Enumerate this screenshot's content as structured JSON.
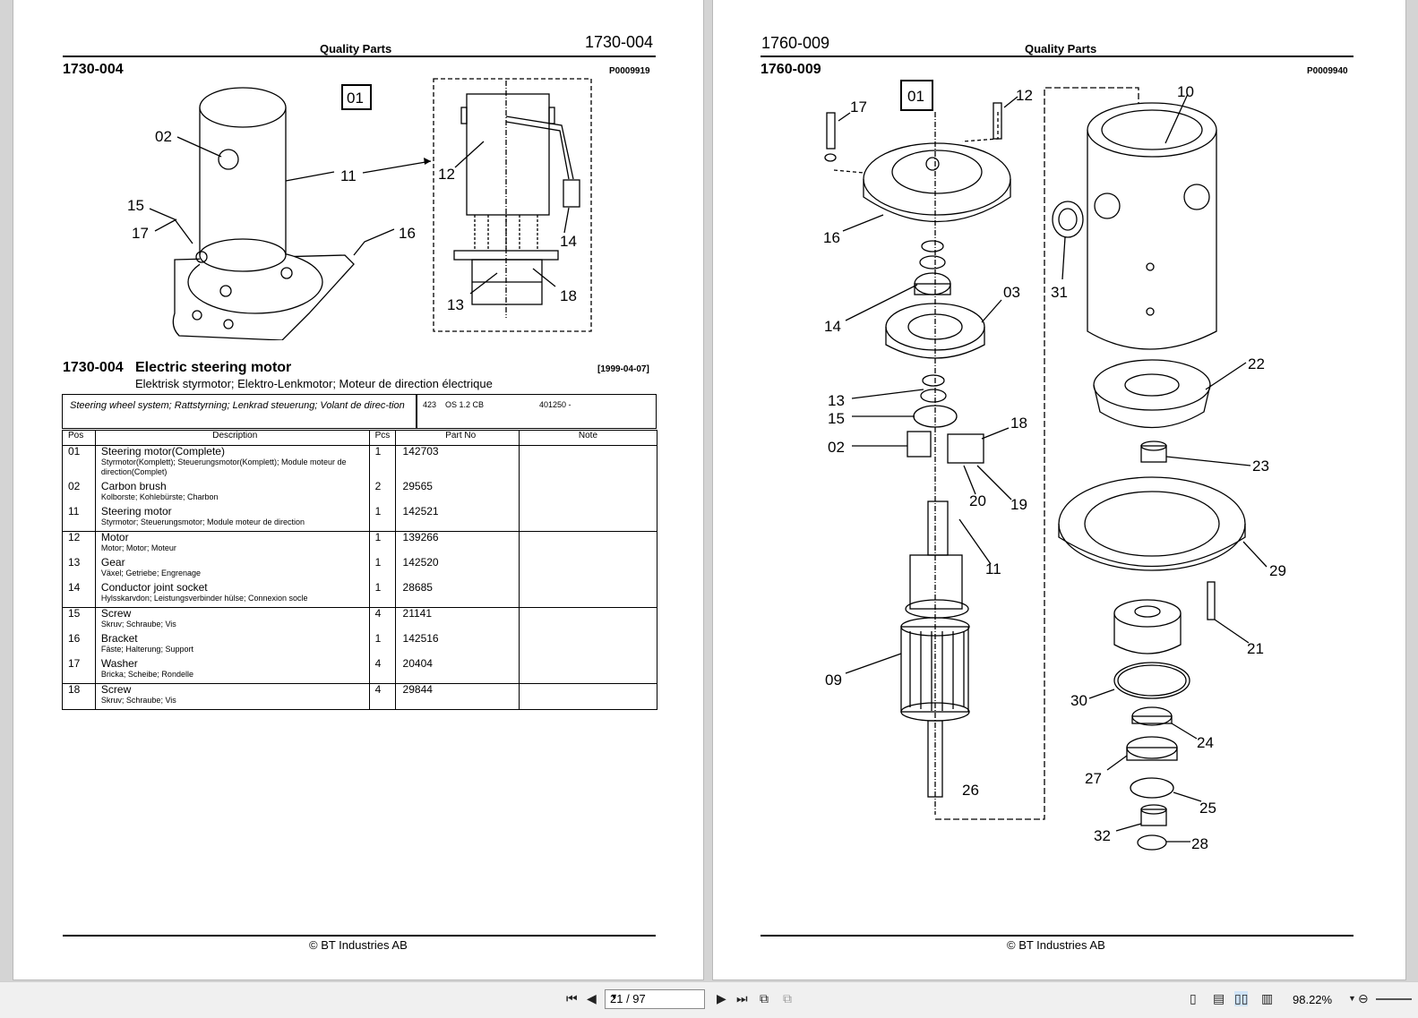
{
  "left_page": {
    "brand": "Quality Parts",
    "page_code": "1730-004",
    "section_code": "1730-004",
    "image_ref": "P0009919",
    "diagram_labels": [
      "01",
      "02",
      "11",
      "12",
      "14",
      "15",
      "16",
      "17",
      "13",
      "18"
    ],
    "section_title": "Electric steering motor",
    "section_translations": "Elektrisk styrmotor; Elektro-Lenkmotor; Moteur de direction électrique",
    "date": "[1999-04-07]",
    "system_desc": "Steering wheel system; Rattstyrning; Lenkrad steuerung; Volant de direc-tion",
    "model_no": "423",
    "model_name": "OS 1.2 CB",
    "serial": "401250 -",
    "headers": {
      "pos": "Pos",
      "desc": "Description",
      "pcs": "Pcs",
      "part": "Part No",
      "note": "Note"
    },
    "rows": [
      {
        "pos": "01",
        "desc": "Steering motor(Complete)",
        "tr": "Styrmotor(Komplett); Steuerungsmotor(Komplett); Module moteur de direction(Complet)",
        "pcs": "1",
        "part": "142703",
        "end": false
      },
      {
        "pos": "02",
        "desc": "Carbon brush",
        "tr": "Kolborste; Kohlebürste; Charbon",
        "pcs": "2",
        "part": "29565",
        "end": false
      },
      {
        "pos": "11",
        "desc": "Steering motor",
        "tr": "Styrmotor; Steuerungsmotor; Module moteur de direction",
        "pcs": "1",
        "part": "142521",
        "end": true
      },
      {
        "pos": "12",
        "desc": "Motor",
        "tr": "Motor; Motor; Moteur",
        "pcs": "1",
        "part": "139266",
        "end": false
      },
      {
        "pos": "13",
        "desc": "Gear",
        "tr": "Växel; Getriebe; Engrenage",
        "pcs": "1",
        "part": "142520",
        "end": false
      },
      {
        "pos": "14",
        "desc": "Conductor joint socket",
        "tr": "Hylsskarvdon; Leistungsverbinder hülse; Connexion socle",
        "pcs": "1",
        "part": "28685",
        "end": true
      },
      {
        "pos": "15",
        "desc": "Screw",
        "tr": "Skruv; Schraube; Vis",
        "pcs": "4",
        "part": "21141",
        "end": false
      },
      {
        "pos": "16",
        "desc": "Bracket",
        "tr": "Fäste; Halterung; Support",
        "pcs": "1",
        "part": "142516",
        "end": false
      },
      {
        "pos": "17",
        "desc": "Washer",
        "tr": "Bricka; Scheibe; Rondelle",
        "pcs": "4",
        "part": "20404",
        "end": true
      },
      {
        "pos": "18",
        "desc": "Screw",
        "tr": "Skruv; Schraube; Vis",
        "pcs": "4",
        "part": "29844",
        "end": true
      }
    ],
    "footer": "© BT Industries AB"
  },
  "right_page": {
    "brand": "Quality Parts",
    "page_code": "1760-009",
    "section_code": "1760-009",
    "image_ref": "P0009940",
    "diagram_labels": [
      "01",
      "17",
      "12",
      "10",
      "16",
      "14",
      "03",
      "13",
      "15",
      "02",
      "18",
      "20",
      "19",
      "11",
      "09",
      "26",
      "31",
      "22",
      "23",
      "29",
      "21",
      "30",
      "24",
      "27",
      "25",
      "32",
      "28"
    ],
    "footer": "© BT Industries AB"
  },
  "toolbar": {
    "page_indicator": "21 / 97",
    "zoom": "98.22%"
  }
}
